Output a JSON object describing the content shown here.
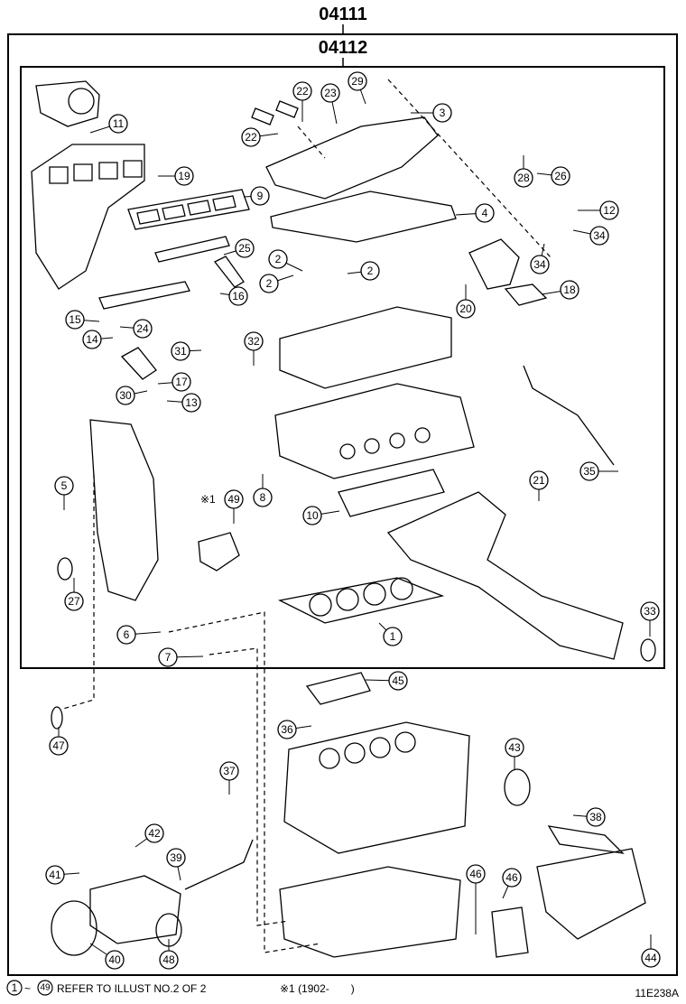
{
  "header": {
    "assembly_code": "04111",
    "subassembly_code": "04112"
  },
  "callouts": [
    {
      "id": "c1",
      "label": "1"
    },
    {
      "id": "c2a",
      "label": "2"
    },
    {
      "id": "c2b",
      "label": "2"
    },
    {
      "id": "c2c",
      "label": "2"
    },
    {
      "id": "c3",
      "label": "3"
    },
    {
      "id": "c4",
      "label": "4"
    },
    {
      "id": "c5",
      "label": "5"
    },
    {
      "id": "c6",
      "label": "6"
    },
    {
      "id": "c7",
      "label": "7"
    },
    {
      "id": "c8",
      "label": "8"
    },
    {
      "id": "c9",
      "label": "9"
    },
    {
      "id": "c10",
      "label": "10"
    },
    {
      "id": "c11",
      "label": "11"
    },
    {
      "id": "c12",
      "label": "12"
    },
    {
      "id": "c13",
      "label": "13"
    },
    {
      "id": "c14",
      "label": "14"
    },
    {
      "id": "c15",
      "label": "15"
    },
    {
      "id": "c16",
      "label": "16"
    },
    {
      "id": "c17",
      "label": "17"
    },
    {
      "id": "c18",
      "label": "18"
    },
    {
      "id": "c19",
      "label": "19"
    },
    {
      "id": "c20",
      "label": "20"
    },
    {
      "id": "c21",
      "label": "21"
    },
    {
      "id": "c22a",
      "label": "22"
    },
    {
      "id": "c22b",
      "label": "22"
    },
    {
      "id": "c23",
      "label": "23"
    },
    {
      "id": "c24",
      "label": "24"
    },
    {
      "id": "c25",
      "label": "25"
    },
    {
      "id": "c26",
      "label": "26"
    },
    {
      "id": "c27",
      "label": "27"
    },
    {
      "id": "c28",
      "label": "28"
    },
    {
      "id": "c29",
      "label": "29"
    },
    {
      "id": "c30",
      "label": "30"
    },
    {
      "id": "c31",
      "label": "31"
    },
    {
      "id": "c32",
      "label": "32"
    },
    {
      "id": "c33",
      "label": "33"
    },
    {
      "id": "c34a",
      "label": "34"
    },
    {
      "id": "c34b",
      "label": "34"
    },
    {
      "id": "c35",
      "label": "35"
    },
    {
      "id": "c36",
      "label": "36"
    },
    {
      "id": "c37",
      "label": "37"
    },
    {
      "id": "c38",
      "label": "38"
    },
    {
      "id": "c39",
      "label": "39"
    },
    {
      "id": "c40",
      "label": "40"
    },
    {
      "id": "c41",
      "label": "41"
    },
    {
      "id": "c42",
      "label": "42"
    },
    {
      "id": "c43",
      "label": "43"
    },
    {
      "id": "c44",
      "label": "44"
    },
    {
      "id": "c45",
      "label": "45"
    },
    {
      "id": "c46a",
      "label": "46"
    },
    {
      "id": "c46b",
      "label": "46"
    },
    {
      "id": "c47",
      "label": "47"
    },
    {
      "id": "c48",
      "label": "48"
    },
    {
      "id": "c49",
      "label": "49"
    }
  ],
  "note_mark": "※1",
  "footer": {
    "range_start": "1",
    "range_tilde": "~",
    "range_end": "49",
    "refer_text": "REFER TO ILLUST NO.2 OF 2",
    "date_note": "※1 (1902-　　)",
    "illust_id": "11E238A"
  }
}
